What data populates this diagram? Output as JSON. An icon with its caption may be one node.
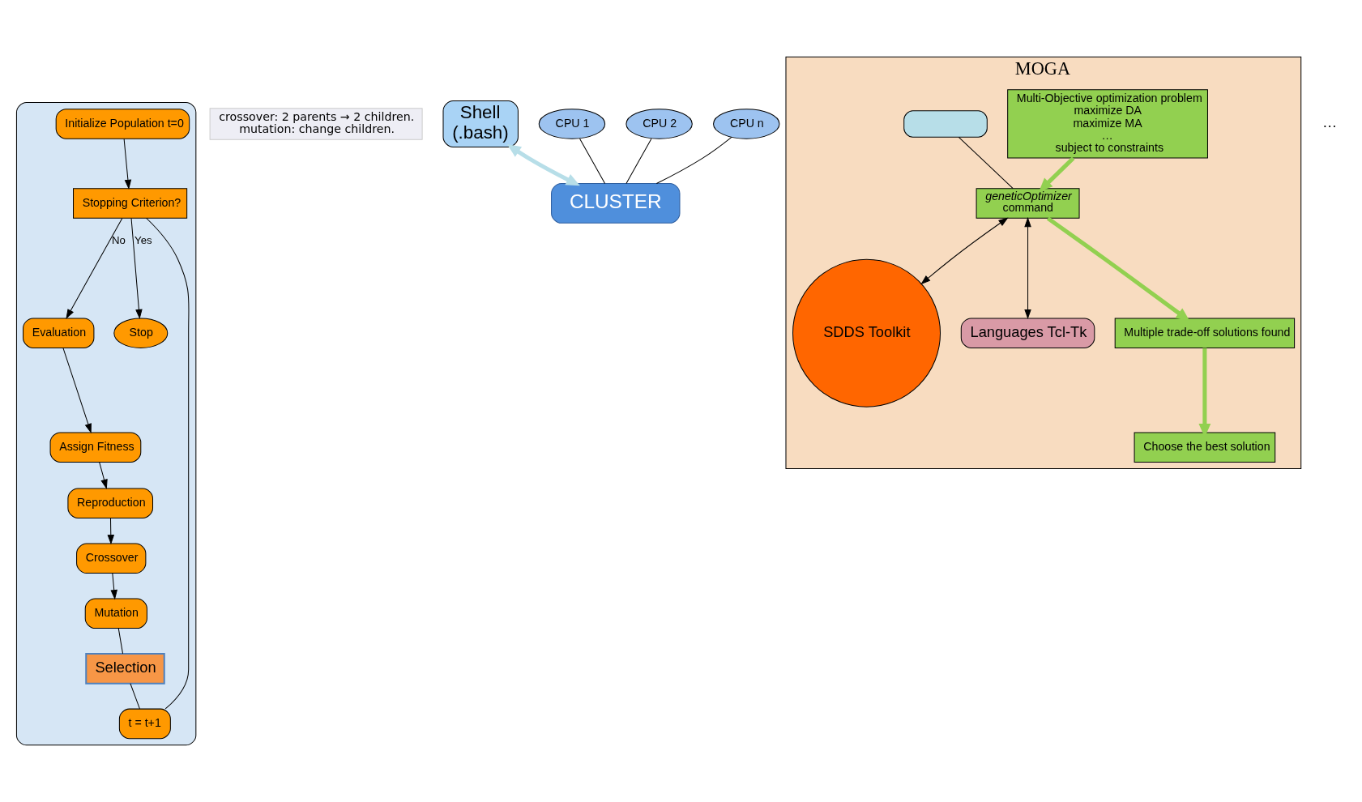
{
  "diagram": {
    "nodes": [
      {
        "text": [],
        "shape": "cloud"
      },
      {
        "text": [
          "Initialize Population t=0"
        ],
        "in": 0
      },
      {
        "text": [
          "Stopping Criterion?"
        ],
        "in": 0
      },
      {
        "text": [
          "Evaluation"
        ],
        "in": 0
      },
      {
        "text": [
          "Stop"
        ],
        "in": 0
      },
      {
        "text": [
          "Assign Fitness"
        ],
        "in": 0
      },
      {
        "text": [
          "Reproduction"
        ],
        "in": 0
      },
      {
        "text": [
          "t = t+1"
        ],
        "in": 0
      },
      {
        "text": [
          "Crossover"
        ],
        "in": 0
      },
      {
        "text": [
          "Mutation"
        ],
        "in": 0
      },
      {
        "text": [
          "Selection"
        ],
        "in": 0
      },
      {
        "text": [
          "crossover: 2 parents → 2 children.",
          "mutation: change children."
        ]
      },
      {
        "text": [
          "Shell",
          "(.bash)"
        ]
      },
      {
        "text": [
          "CPU 1"
        ]
      },
      {
        "text": [
          "CPU 2"
        ]
      },
      {
        "text": [
          "CPU n"
        ]
      },
      {
        "text": [
          "CLUSTER"
        ]
      },
      {
        "text": [
          "MOGA"
        ]
      },
      {
        "text": [
          "Multi-Objective optimization problem",
          "maximize DA",
          "maximize MA",
          "…",
          "subject to constraints"
        ],
        "in": 17
      },
      {
        "text": [
          "geneticOptimizer",
          "command"
        ],
        "in": 17
      },
      {
        "text": [
          "SDDS Toolkit"
        ],
        "in": 17
      },
      {
        "text": [],
        "shape": "box",
        "in": 17
      },
      {
        "text": [
          "Languages Tcl-Tk"
        ],
        "in": 17
      },
      {
        "text": [
          "Multiple trade-off solutions found"
        ],
        "in": 17
      },
      {
        "text": [
          "Choose the best solution"
        ],
        "in": 17
      }
    ],
    "edges": [
      {
        "from": 1,
        "to": 2,
        "arrow": "to"
      },
      {
        "from": 2,
        "to": 3,
        "label": "No",
        "arrow": "to"
      },
      {
        "from": 2,
        "to": 4,
        "label": "Yes",
        "arrow": "to"
      },
      {
        "from": 3,
        "to": 5,
        "arrow": "to"
      },
      {
        "from": 5,
        "to": 6,
        "arrow": "to"
      },
      {
        "from": 6,
        "to": 8,
        "arrow": "to"
      },
      {
        "from": 8,
        "to": 9,
        "arrow": "to"
      },
      {
        "from": 9,
        "to": 10,
        "arrow": "none"
      },
      {
        "from": 10,
        "to": 7,
        "arrow": "none"
      },
      {
        "from": 7,
        "to": 2,
        "arrow": "none"
      },
      {
        "from": 12,
        "to": 16,
        "arrow": "both",
        "style": "thick",
        "color": "#b7dee8"
      },
      {
        "from": 13,
        "to": 16,
        "arrow": "none"
      },
      {
        "from": 14,
        "to": 16,
        "arrow": "none"
      },
      {
        "from": 15,
        "to": 16,
        "arrow": "none"
      },
      {
        "from": 18,
        "to": 19,
        "arrow": "to",
        "style": "thick",
        "color": "#92d050"
      },
      {
        "from": 19,
        "to": 20,
        "arrow": "both"
      },
      {
        "from": 21,
        "to": 19,
        "arrow": "none"
      },
      {
        "from": 19,
        "to": 22,
        "arrow": "both"
      },
      {
        "from": 19,
        "to": 23,
        "arrow": "to",
        "style": "thick",
        "color": "#92d050"
      },
      {
        "from": 23,
        "to": 24,
        "arrow": "to",
        "style": "thick",
        "color": "#92d050"
      }
    ],
    "labels": [
      "…"
    ]
  }
}
